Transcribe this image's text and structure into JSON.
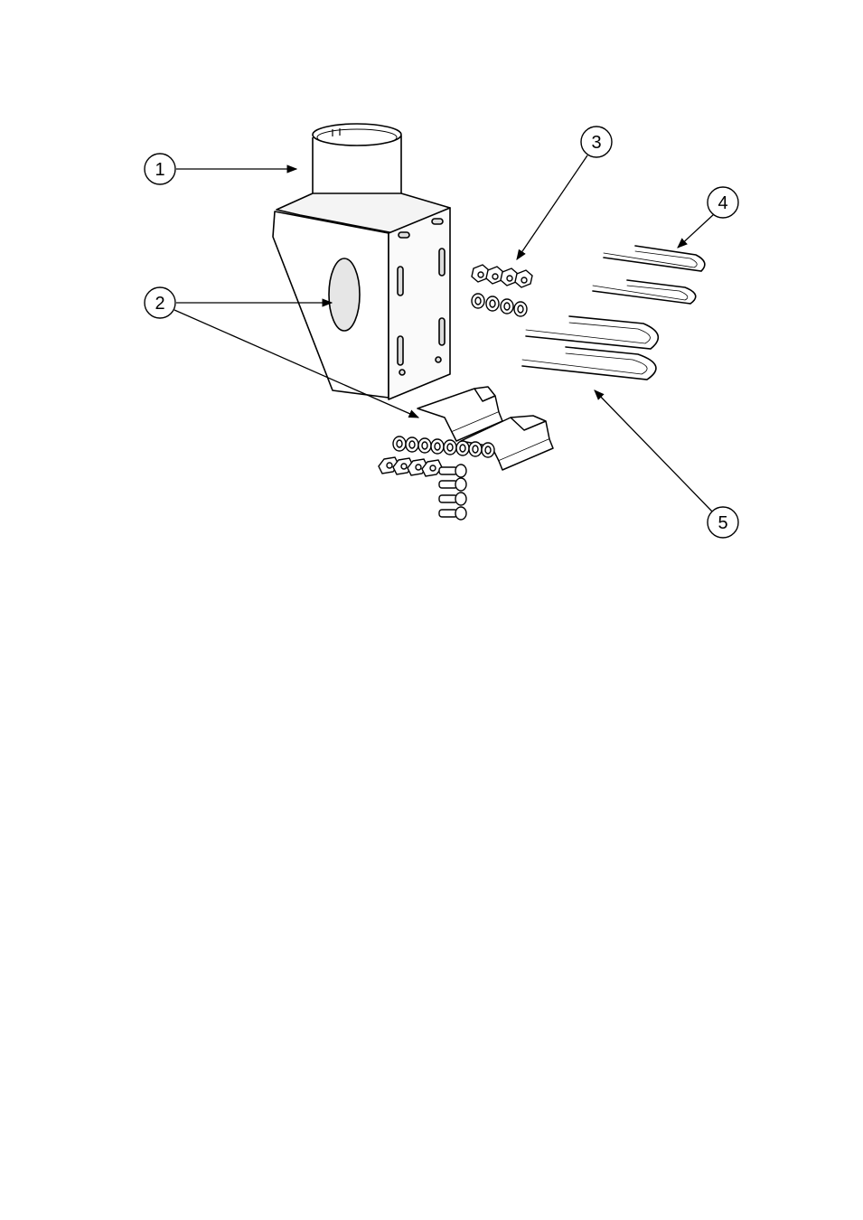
{
  "callouts": [
    {
      "id": "1",
      "label": "1"
    },
    {
      "id": "2",
      "label": "2"
    },
    {
      "id": "3",
      "label": "3"
    },
    {
      "id": "4",
      "label": "4"
    },
    {
      "id": "5",
      "label": "5"
    }
  ],
  "colors": {
    "line": "#000000",
    "fill": "#ffffff",
    "shade": "#e6e6e6"
  }
}
